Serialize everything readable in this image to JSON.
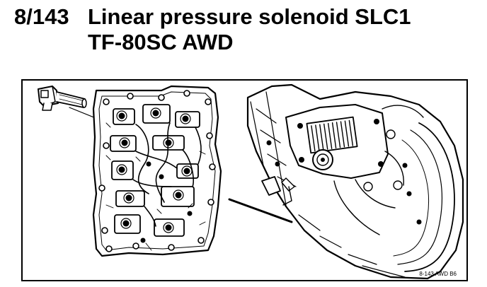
{
  "header": {
    "page_number": "8/143",
    "title_line1": "Linear pressure solenoid SLC1",
    "title_line2": "TF-80SC AWD"
  },
  "figure": {
    "code": "8-143  AWD  B6"
  }
}
